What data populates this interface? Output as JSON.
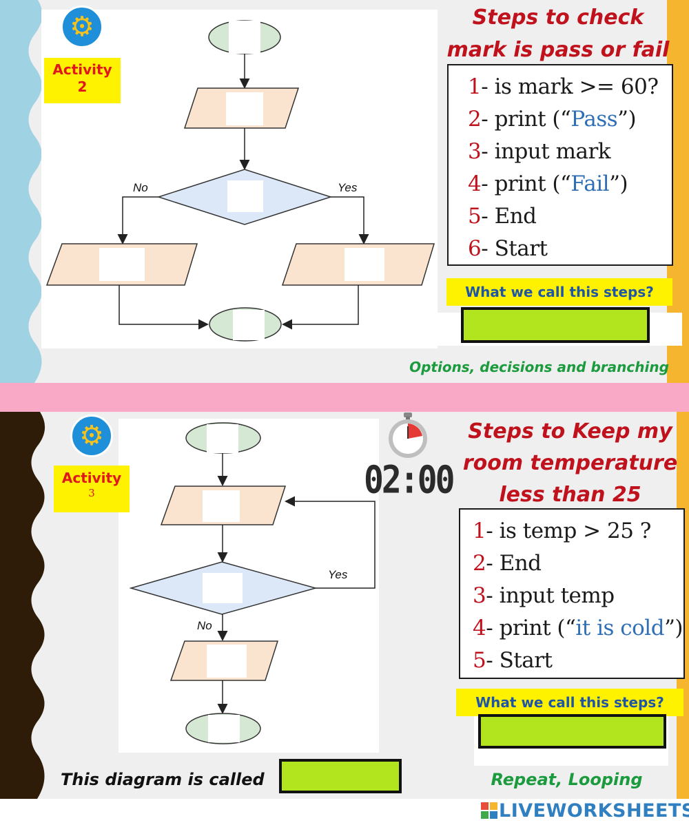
{
  "activity2": {
    "label": "Activity\n2",
    "title": "Steps to check mark is pass or fail",
    "steps": [
      {
        "num": "1",
        "parts": [
          {
            "t": "- is mark >= 60?",
            "c": "plain"
          }
        ]
      },
      {
        "num": "2",
        "parts": [
          {
            "t": "- print (“",
            "c": "plain"
          },
          {
            "t": "Pass",
            "c": "blue"
          },
          {
            "t": "”)",
            "c": "plain"
          }
        ]
      },
      {
        "num": "3",
        "parts": [
          {
            "t": "- input mark",
            "c": "plain"
          }
        ]
      },
      {
        "num": "4",
        "parts": [
          {
            "t": "- print (“",
            "c": "plain"
          },
          {
            "t": "Fail",
            "c": "blue"
          },
          {
            "t": "”)",
            "c": "plain"
          }
        ]
      },
      {
        "num": "5",
        "parts": [
          {
            "t": "- End",
            "c": "plain"
          }
        ]
      },
      {
        "num": "6",
        "parts": [
          {
            "t": "- Start",
            "c": "plain"
          }
        ]
      }
    ],
    "question": "What we call this steps?",
    "hint": "Options, decisions and branching",
    "flow": {
      "no_label": "No",
      "yes_label": "Yes"
    }
  },
  "activity3": {
    "label_word": "Activity",
    "label_num": "3",
    "title": "Steps to Keep my room temperature less than 25",
    "timer": "02:00",
    "steps": [
      {
        "num": "1",
        "parts": [
          {
            "t": "- is temp > 25 ?",
            "c": "plain"
          }
        ]
      },
      {
        "num": "2",
        "parts": [
          {
            "t": "- End",
            "c": "plain"
          }
        ]
      },
      {
        "num": "3",
        "parts": [
          {
            "t": "- input temp",
            "c": "plain"
          }
        ]
      },
      {
        "num": "4",
        "parts": [
          {
            "t": "- print (“",
            "c": "plain"
          },
          {
            "t": "it is cold",
            "c": "blue"
          },
          {
            "t": "”)",
            "c": "plain"
          }
        ]
      },
      {
        "num": "5",
        "parts": [
          {
            "t": "- Start",
            "c": "plain"
          }
        ]
      }
    ],
    "question": "What we call this steps?",
    "hint": "Repeat, Looping",
    "diagram_called": "This diagram is called",
    "flow": {
      "no_label": "No",
      "yes_label": "Yes"
    }
  },
  "brand": {
    "logo_text": "LIVEWORKSHEETS"
  },
  "colors": {
    "answer_fill": "#b3e51f",
    "title_red": "#c0121d",
    "hint_green": "#1b9b3e",
    "question_blue": "#1e55a5",
    "highlight": "#fff200"
  }
}
